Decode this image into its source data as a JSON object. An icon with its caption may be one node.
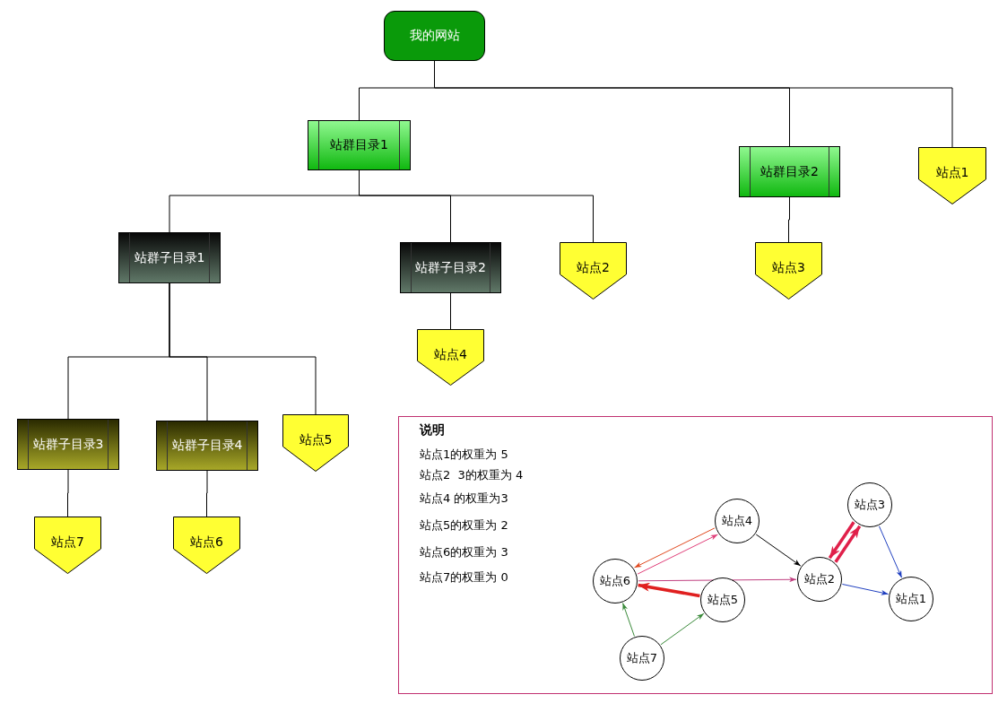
{
  "diagram": {
    "nodes": [
      {
        "text": [
          "我的网站"
        ]
      },
      {
        "text": [
          "站群目录1"
        ]
      },
      {
        "text": [
          "站群目录2"
        ]
      },
      {
        "text": [
          "站点1"
        ]
      },
      {
        "text": [
          "站群子目录1"
        ]
      },
      {
        "text": [
          "站群子目录2"
        ]
      },
      {
        "text": [
          "站点2"
        ]
      },
      {
        "text": [
          "站点3"
        ]
      },
      {
        "text": [
          "站点4"
        ]
      },
      {
        "text": [
          "站群子目录3"
        ]
      },
      {
        "text": [
          "站群子目录4"
        ]
      },
      {
        "text": [
          "站点5"
        ]
      },
      {
        "text": [
          "站点7"
        ]
      },
      {
        "text": [
          "站点6"
        ]
      },
      {
        "text": [
          "说明",
          "站点1的权重为 5",
          "站点2  3的权重为 4",
          "站点4 的权重为3",
          "站点5的权重为 2",
          "站点6的权重为 3",
          "站点7的权重为 0"
        ]
      },
      {
        "text": [
          "站点6"
        ],
        "in": 14
      },
      {
        "text": [
          "站点4"
        ],
        "in": 14
      },
      {
        "text": [
          "站点3"
        ],
        "in": 14
      },
      {
        "text": [
          "站点2"
        ],
        "in": 14
      },
      {
        "text": [
          "站点5"
        ],
        "in": 14
      },
      {
        "text": [
          "站点1"
        ],
        "in": 14
      },
      {
        "text": [
          "站点7"
        ],
        "in": 14
      }
    ],
    "edges": [
      {
        "from": 0,
        "to": 1,
        "arrow": "none"
      },
      {
        "from": 0,
        "to": 2,
        "arrow": "none"
      },
      {
        "from": 0,
        "to": 3,
        "arrow": "none"
      },
      {
        "from": 1,
        "to": 4,
        "arrow": "none"
      },
      {
        "from": 1,
        "to": 5,
        "arrow": "none"
      },
      {
        "from": 1,
        "to": 6,
        "arrow": "none"
      },
      {
        "from": 2,
        "to": 7,
        "arrow": "none"
      },
      {
        "from": 5,
        "to": 8,
        "arrow": "none"
      },
      {
        "from": 4,
        "to": 9,
        "arrow": "none"
      },
      {
        "from": 4,
        "to": 10,
        "arrow": "none"
      },
      {
        "from": 4,
        "to": 11,
        "arrow": "none"
      },
      {
        "from": 9,
        "to": 12,
        "arrow": "none"
      },
      {
        "from": 10,
        "to": 13,
        "arrow": "none"
      },
      {
        "from": 15,
        "to": 16,
        "arrow": "to",
        "color": "#e0407a"
      },
      {
        "from": 16,
        "to": 15,
        "arrow": "to",
        "color": "#e04a20"
      },
      {
        "from": 15,
        "to": 18,
        "arrow": "to",
        "color": "#c04080"
      },
      {
        "from": 19,
        "to": 15,
        "arrow": "to",
        "style": "thick",
        "color": "#e02020"
      },
      {
        "from": 21,
        "to": 15,
        "arrow": "to",
        "color": "#3a8a3a"
      },
      {
        "from": 21,
        "to": 19,
        "arrow": "to",
        "color": "#3a8a3a"
      },
      {
        "from": 16,
        "to": 18,
        "arrow": "to"
      },
      {
        "from": 18,
        "to": 17,
        "arrow": "to",
        "style": "thick",
        "color": "#e0204a"
      },
      {
        "from": 17,
        "to": 18,
        "arrow": "to",
        "style": "thick",
        "color": "#e0204a"
      },
      {
        "from": 17,
        "to": 20,
        "arrow": "to",
        "color": "#2040c0"
      },
      {
        "from": 18,
        "to": 20,
        "arrow": "to",
        "color": "#2040c0"
      }
    ]
  }
}
